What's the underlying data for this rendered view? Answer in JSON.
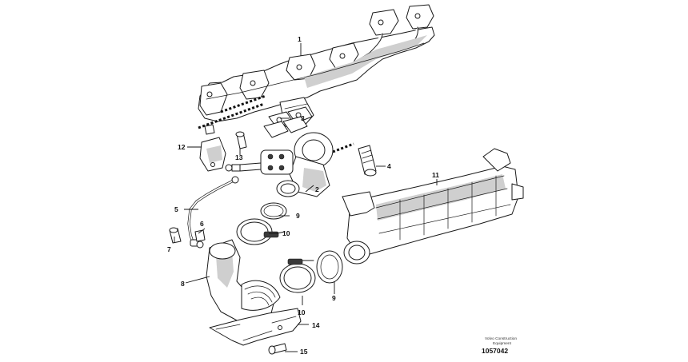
{
  "diagram": {
    "part_labels": [
      {
        "id": "1",
        "text": "1"
      },
      {
        "id": "2",
        "text": "2"
      },
      {
        "id": "3",
        "text": "3"
      },
      {
        "id": "4",
        "text": "4"
      },
      {
        "id": "5",
        "text": "5"
      },
      {
        "id": "6",
        "text": "6"
      },
      {
        "id": "7",
        "text": "7"
      },
      {
        "id": "8",
        "text": "8"
      },
      {
        "id": "9a",
        "text": "9"
      },
      {
        "id": "9b",
        "text": "9"
      },
      {
        "id": "10a",
        "text": "10"
      },
      {
        "id": "10b",
        "text": "10"
      },
      {
        "id": "11",
        "text": "11"
      },
      {
        "id": "12",
        "text": "12"
      },
      {
        "id": "13",
        "text": "13"
      },
      {
        "id": "14",
        "text": "14"
      },
      {
        "id": "15",
        "text": "15"
      }
    ],
    "footer": {
      "brand_line_1": "Volvo Construction",
      "brand_line_2": "Equipment",
      "reference_number": "1057042"
    }
  }
}
